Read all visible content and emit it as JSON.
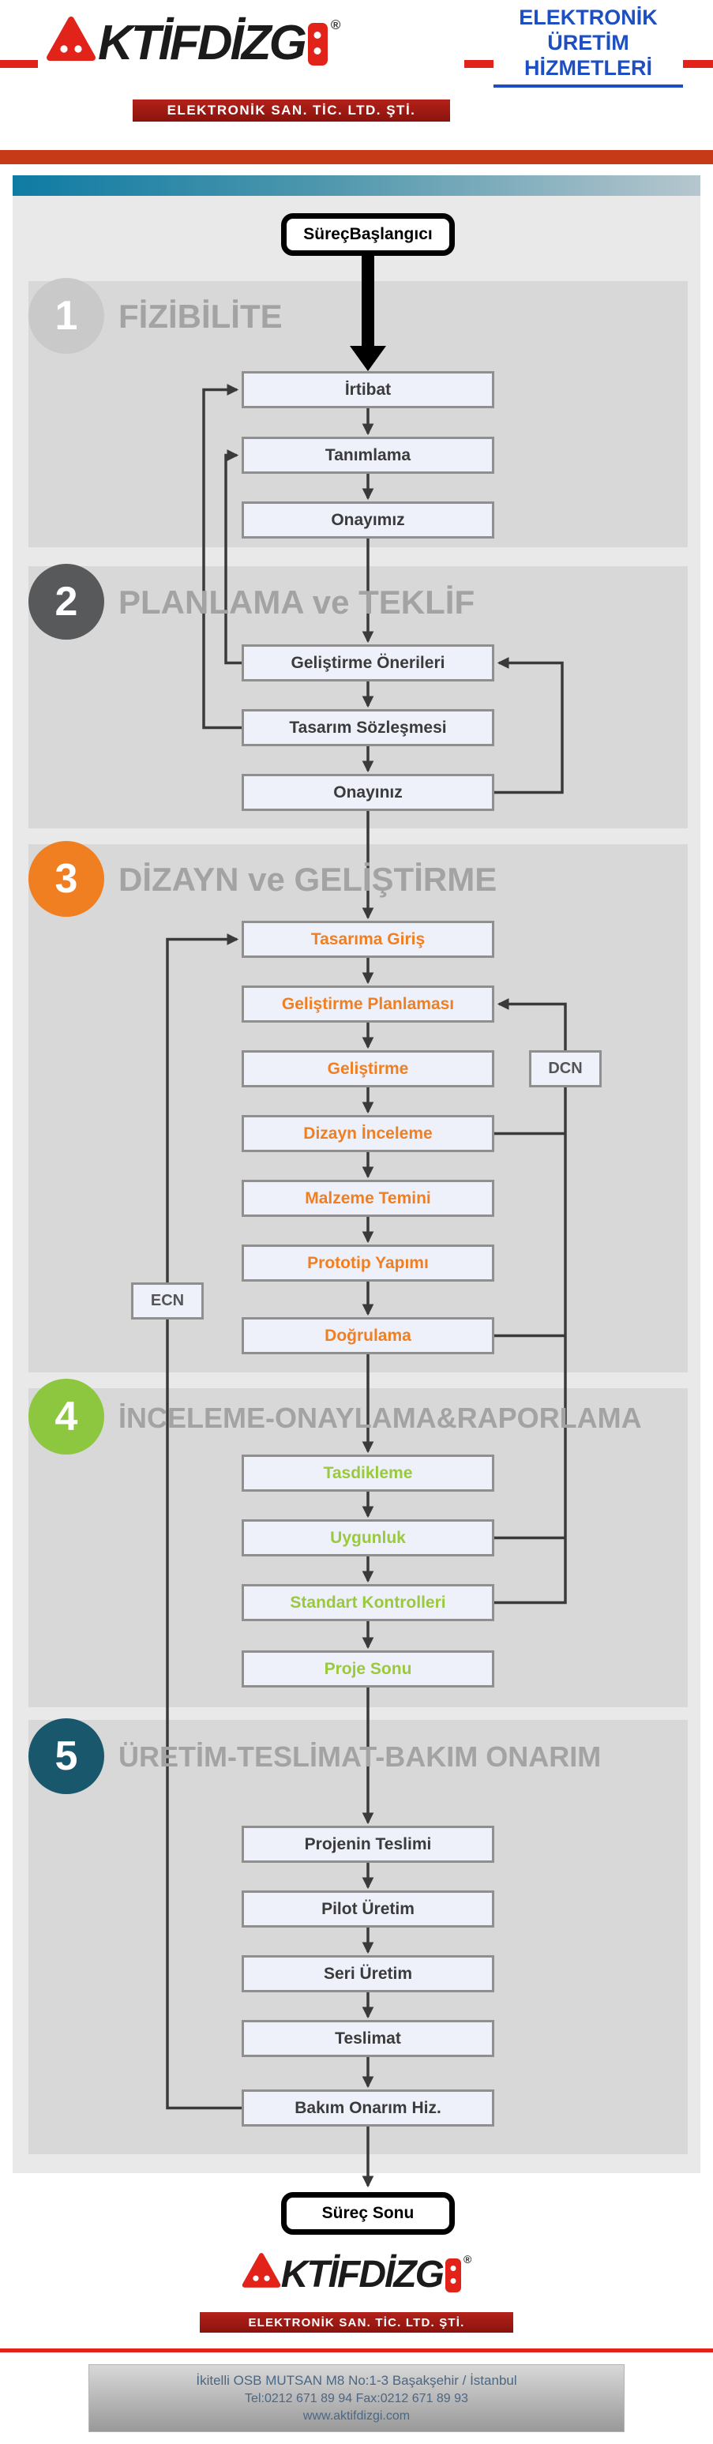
{
  "header": {
    "logo": {
      "text": "KTİFDİZG",
      "registered": "®"
    },
    "company_line": "ELEKTRONİK SAN. TİC. LTD. ŞTİ.",
    "service_title_lines": {
      "l1": "ELEKTRONİK",
      "l2": "ÜRETİM",
      "l3": "HİZMETLERİ"
    }
  },
  "flow": {
    "start_label": "SüreçBaşlangıcı",
    "end_label": "Süreç Sonu",
    "side_boxes": {
      "ecn": "ECN",
      "dcn": "DCN"
    },
    "sections": [
      {
        "number": "1",
        "title": "FİZİBİLİTE",
        "color": "#c9c9c9"
      },
      {
        "number": "2",
        "title": "PLANLAMA ve TEKLİF",
        "color": "#58595b"
      },
      {
        "number": "3",
        "title": "DİZAYN ve GELİŞTİRME",
        "color": "#f07f22"
      },
      {
        "number": "4",
        "title": "İNCELEME-ONAYLAMA&RAPORLAMA",
        "color": "#8dc63f"
      },
      {
        "number": "5",
        "title": "ÜRETİM-TESLİMAT-BAKIM ONARIM",
        "color": "#19586c"
      }
    ],
    "nodes": [
      {
        "label": "İrtibat",
        "section": 1
      },
      {
        "label": "Tanımlama",
        "section": 1
      },
      {
        "label": "Onayımız",
        "section": 1
      },
      {
        "label": "Geliştirme Önerileri",
        "section": 2
      },
      {
        "label": "Tasarım Sözleşmesi",
        "section": 2
      },
      {
        "label": "Onayınız",
        "section": 2
      },
      {
        "label": "Tasarıma Giriş",
        "section": 3
      },
      {
        "label": "Geliştirme Planlaması",
        "section": 3
      },
      {
        "label": "Geliştirme",
        "section": 3
      },
      {
        "label": "Dizayn İnceleme",
        "section": 3
      },
      {
        "label": "Malzeme Temini",
        "section": 3
      },
      {
        "label": "Prototip Yapımı",
        "section": 3
      },
      {
        "label": "Doğrulama",
        "section": 3
      },
      {
        "label": "Tasdikleme",
        "section": 4
      },
      {
        "label": "Uygunluk",
        "section": 4
      },
      {
        "label": "Standart Kontrolleri",
        "section": 4
      },
      {
        "label": "Proje Sonu",
        "section": 4
      },
      {
        "label": "Projenin Teslimi",
        "section": 5
      },
      {
        "label": "Pilot Üretim",
        "section": 5
      },
      {
        "label": "Seri Üretim",
        "section": 5
      },
      {
        "label": "Teslimat",
        "section": 5
      },
      {
        "label": "Bakım Onarım Hiz.",
        "section": 5
      }
    ],
    "edges": [
      "SüreçBaşlangıcı→İrtibat",
      "İrtibat→Tanımlama",
      "Tanımlama→Onayımız",
      "Onayımız→Geliştirme Önerileri",
      "Geliştirme Önerileri→Tasarım Sözleşmesi",
      "Tasarım Sözleşmesi→Onayınız",
      "Onayınız→Tasarıma Giriş",
      "Tasarıma Giriş→Geliştirme Planlaması",
      "Geliştirme Planlaması→Geliştirme",
      "Geliştirme→Dizayn İnceleme",
      "Dizayn İnceleme→Malzeme Temini",
      "Malzeme Temini→Prototip Yapımı",
      "Prototip Yapımı→Doğrulama",
      "Doğrulama→Tasdikleme",
      "Tasdikleme→Uygunluk",
      "Uygunluk→Standart Kontrolleri",
      "Standart Kontrolleri→Proje Sonu",
      "Proje Sonu→Projenin Teslimi",
      "Projenin Teslimi→Pilot Üretim",
      "Pilot Üretim→Seri Üretim",
      "Seri Üretim→Teslimat",
      "Teslimat→Bakım Onarım Hiz.",
      "Bakım Onarım Hiz.→Süreç Sonu",
      "Tasarım Sözleşmesi→İrtibat (geri besleme)",
      "Geliştirme Önerileri→Tanımlama (geri besleme)",
      "Onayınız→Geliştirme Önerileri (geri besleme)",
      "Bakım Onarım Hiz.→ECN→Tasarıma Giriş",
      "Standart Kontrolleri/Uygunluk/Doğrulama/Dizayn İnceleme→DCN→Geliştirme Planlaması"
    ]
  },
  "footer": {
    "logo": {
      "text": "KTİFDİZG",
      "registered": "®"
    },
    "company_line": "ELEKTRONİK SAN. TİC. LTD. ŞTİ.",
    "address": "İkitelli OSB MUTSAN M8 No:1-3 Başakşehir / İstanbul",
    "phone_fax": "Tel:0212 671 89 94  Fax:0212 671 89 93",
    "website": "www.aktifdizgi.com"
  },
  "colors": {
    "brand_red": "#e2231a",
    "brand_dark_red": "#8a130d",
    "title_blue": "#1e4fc2",
    "top_bar": "#c63a18",
    "teal_bar": "#0f7ba3",
    "node_fill": "#eef0fa",
    "node_border": "#8f8f8f",
    "arrow": "#3a3a3a",
    "section1": "#c9c9c9",
    "section2": "#58595b",
    "section3": "#f07f22",
    "section4": "#8dc63f",
    "section5": "#19586c"
  }
}
